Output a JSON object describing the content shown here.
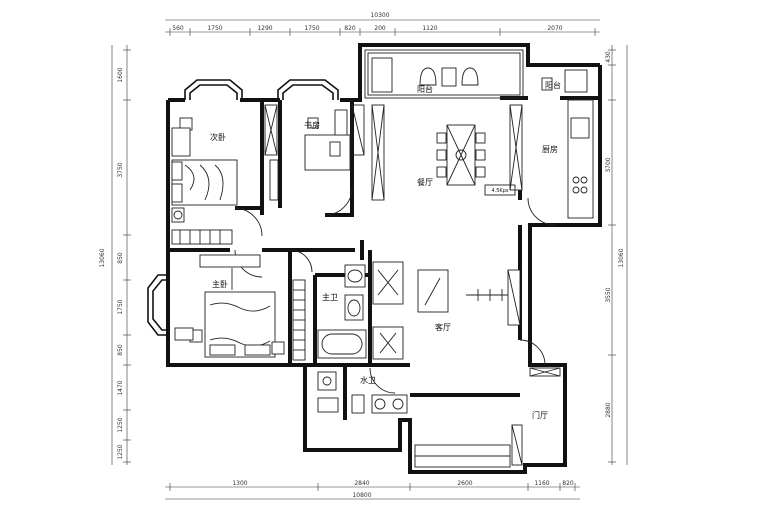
{
  "rooms": {
    "second_bedroom": "次卧",
    "study": "书房",
    "balcony_top": "阳台",
    "balcony_right": "阳台",
    "kitchen": "厨房",
    "dining": "餐厅",
    "master_bedroom": "主卧",
    "master_bath": "主卫",
    "living_room": "客厅",
    "washroom": "水卫",
    "foyer": "门厅",
    "dining_note": "4.5Kps"
  },
  "dims_top": {
    "total": "10300",
    "segments": [
      "560",
      "1750",
      "1290",
      "1750",
      "820",
      "200",
      "1120",
      "2070"
    ]
  },
  "dims_bottom": {
    "total": "10800",
    "segments": [
      "1300",
      "2840",
      "2600",
      "1160",
      "820"
    ]
  },
  "dims_left": {
    "total": "13060",
    "segments": [
      "1600",
      "3750",
      "850",
      "1750",
      "850",
      "1470",
      "1250",
      "1250"
    ]
  },
  "dims_right": {
    "total": "13060",
    "segments": [
      "430",
      "3700",
      "3550",
      "2880"
    ]
  }
}
